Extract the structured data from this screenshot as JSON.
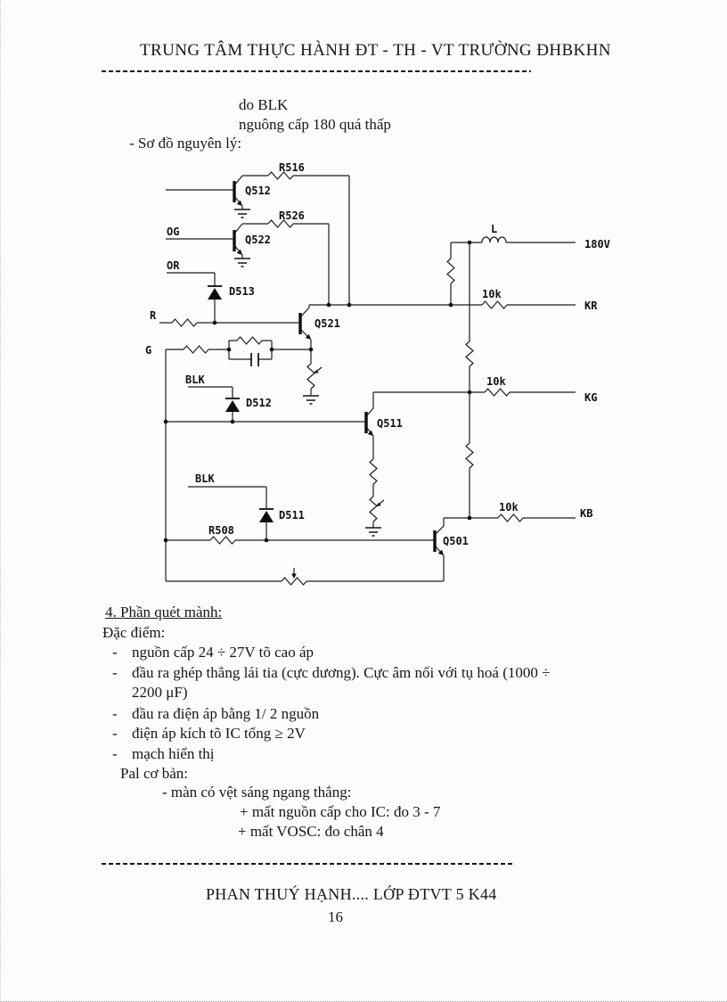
{
  "header": {
    "title": "TRUNG TÂM THỰC HÀNH ĐT - TH - VT TRƯỜNG ĐHBKHN"
  },
  "intro": {
    "line1": "do BLK",
    "line2": "nguông cấp 180 quá thấp",
    "line3": "- Sơ đồ nguyên lý:"
  },
  "circuit": {
    "labels": {
      "r516": "R516",
      "q512": "Q512",
      "og": "OG",
      "r526": "R526",
      "q522": "Q522",
      "or": "OR",
      "d513": "D513",
      "r": "R",
      "q521": "Q521",
      "g": "G",
      "blk1": "BLK",
      "d512": "D512",
      "q511": "Q511",
      "blk2": "BLK",
      "d511": "D511",
      "r508": "R508",
      "q501": "Q501",
      "l": "L",
      "v180": "180V",
      "k10_kr": "10k",
      "k10_kg": "10k",
      "k10_kb": "10k",
      "kr": "KR",
      "kg": "KG",
      "kb": "KB"
    }
  },
  "section": {
    "heading": "4. Phần quét mành:",
    "subheading": "Đặc điểm:",
    "bullets": [
      {
        "dash": "-",
        "text": "nguồn cấp 24 ÷ 27V tõ cao áp"
      },
      {
        "dash": "-",
        "text": "đầu ra ghép thẳng lái tia (cực dương). Cực âm nối với tụ hoá (1000 ÷"
      },
      {
        "dash": "",
        "text": "2200 μF)"
      },
      {
        "dash": "-",
        "text": "đầu ra điện áp bằng 1/ 2 nguồn"
      },
      {
        "dash": "-",
        "text": "điện áp kích tõ IC tổng ≥ 2V"
      },
      {
        "dash": "-",
        "text": "mạch hiển thị"
      }
    ],
    "pal_line": "Pal cơ bản:",
    "pal_sub": "- màn có vệt sáng ngang thẳng:",
    "pal_item1": "+ mất nguồn cấp cho IC: đo 3 - 7",
    "pal_item2": "+ mất VOSC: đo chân 4"
  },
  "footer": {
    "author": "PHAN THUÝ HẠNH.... LỚP ĐTVT 5 K44",
    "page": "16"
  }
}
